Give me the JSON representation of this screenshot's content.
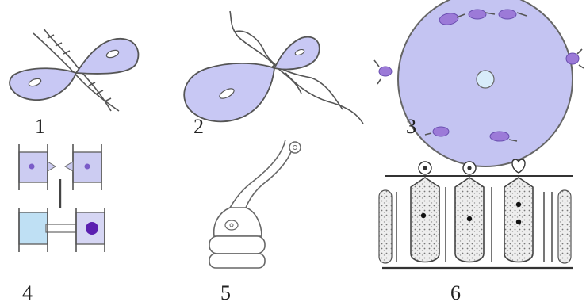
{
  "panels": [
    {
      "label": "1"
    },
    {
      "label": "2"
    },
    {
      "label": "3"
    },
    {
      "label": "4"
    },
    {
      "label": "5"
    },
    {
      "label": "6"
    }
  ],
  "colors": {
    "cell_fill": "#c8c8f4",
    "cell_fill_light": "#ccd8f6",
    "nucleus_dot": "#7a5cc8",
    "dark_nucleus": "#5b1fb0",
    "attached_cells": "#9c7ad8",
    "tube_fill": "#bfe0f4",
    "stipple": "#888888",
    "outline": "#555555"
  }
}
